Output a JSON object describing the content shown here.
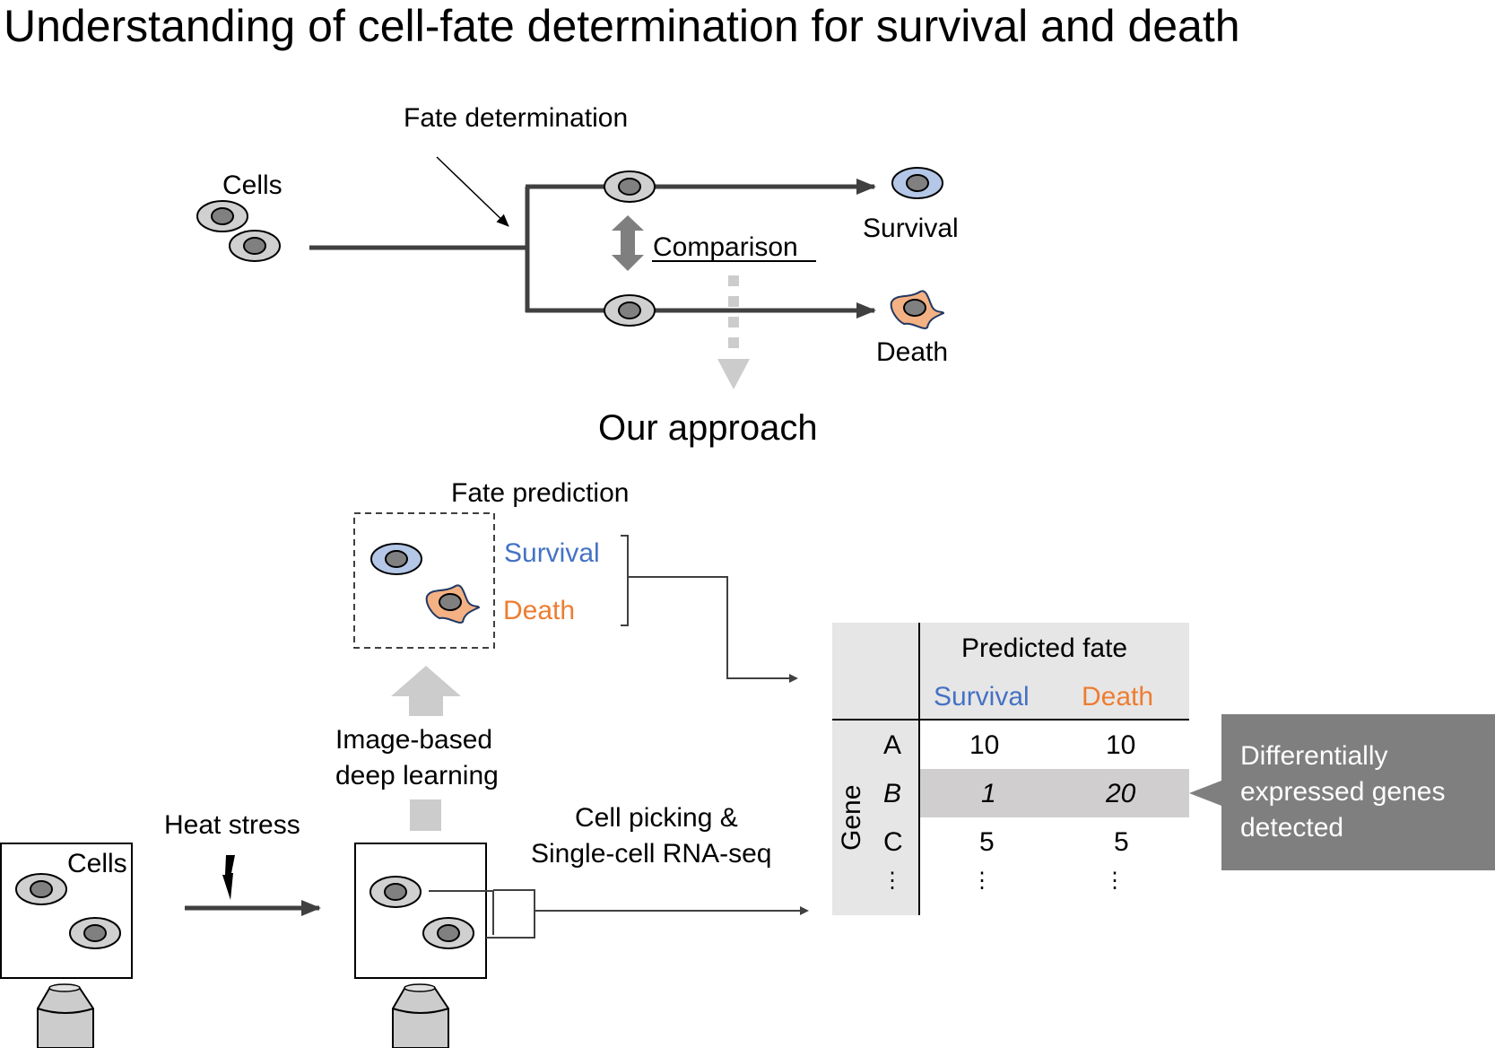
{
  "title": "Understanding of cell-fate determination for survival and death",
  "top": {
    "cells_label": "Cells",
    "fate_determination_label": "Fate determination",
    "comparison_label": "Comparison",
    "survival_label": "Survival",
    "death_label": "Death"
  },
  "approach_label": "Our approach",
  "bottom": {
    "fate_prediction_label": "Fate prediction",
    "prediction_survival": "Survival",
    "prediction_death": "Death",
    "deep_learning_label_line1": "Image-based",
    "deep_learning_label_line2": "deep learning",
    "cells_label": "Cells",
    "heat_stress_label": "Heat stress",
    "picking_label_line1": "Cell picking &",
    "picking_label_line2": "Single-cell RNA-seq"
  },
  "table": {
    "header": "Predicted fate",
    "columns": [
      "Survival",
      "Death"
    ],
    "row_group_label": "Gene",
    "rows": [
      {
        "gene": "A",
        "survival": "10",
        "death": "10",
        "highlighted": false
      },
      {
        "gene": "B",
        "survival": "1",
        "death": "20",
        "highlighted": true
      },
      {
        "gene": "C",
        "survival": "5",
        "death": "5",
        "highlighted": false
      },
      {
        "gene": "⋮",
        "survival": "⋮",
        "death": "⋮",
        "highlighted": false
      }
    ]
  },
  "callout": "Differentially expressed genes detected",
  "colors": {
    "survival": "#4472c4",
    "death": "#ed7d31",
    "survival_cell_fill": "#b4c7e7",
    "death_cell_fill": "#f4b183",
    "cell_fill": "#d0d0d0",
    "nucleus_fill": "#808080",
    "line": "#404040",
    "light_arrow": "#cccccc",
    "table_header_bg": "#e7e6e6",
    "highlight_row_bg": "#d0cece",
    "callout_bg": "#7f7f7f"
  }
}
